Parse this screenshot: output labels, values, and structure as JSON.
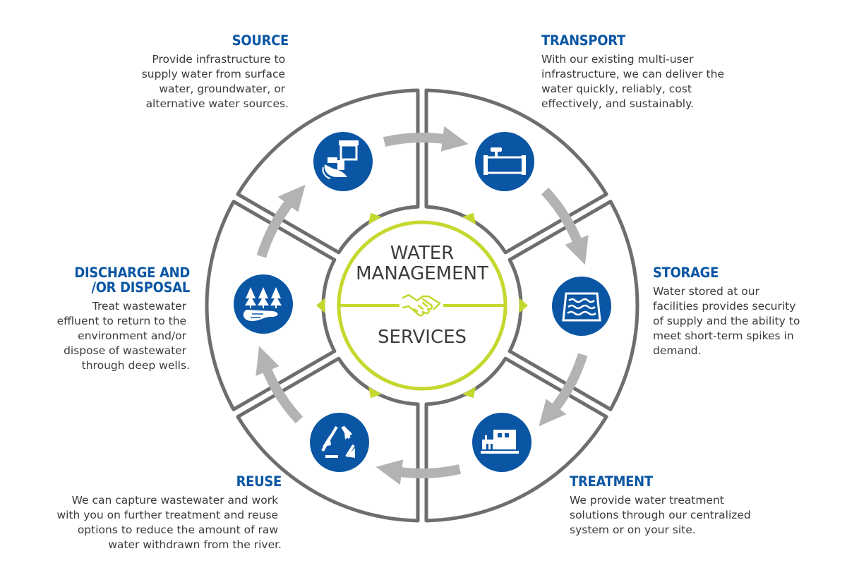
{
  "colors": {
    "accent_blue": "#0b56a4",
    "ring_stroke": "#6d6e70",
    "arrow_gray": "#b3b3b3",
    "lime": "#c4d82e",
    "text_dark": "#3a3a3a"
  },
  "center": {
    "line1": "WATER",
    "line2": "MANAGEMENT",
    "line3": "SERVICES",
    "icon": "handshake-icon"
  },
  "services": [
    {
      "id": "source",
      "title": "SOURCE",
      "icon": "water-intake-icon",
      "description": [
        "Provide infrastructure to",
        "supply water from surface",
        "water, groundwater, or",
        "alternative water sources."
      ]
    },
    {
      "id": "transport",
      "title": "TRANSPORT",
      "icon": "pipe-valve-icon",
      "description": [
        "With our existing multi-user",
        "infrastructure, we can deliver the",
        "water quickly, reliably, cost",
        "effectively, and sustainably."
      ]
    },
    {
      "id": "storage",
      "title": "STORAGE",
      "icon": "water-storage-icon",
      "description": [
        "Water stored at our",
        "facilities provides security",
        "of supply and the ability to",
        "meet short-term spikes in",
        "demand."
      ]
    },
    {
      "id": "treatment",
      "title": "TREATMENT",
      "icon": "treatment-plant-icon",
      "description": [
        "We provide water treatment",
        "solutions through our centralized",
        "system or on your site."
      ]
    },
    {
      "id": "reuse",
      "title": "REUSE",
      "icon": "recycle-icon",
      "description": [
        "We can capture wastewater and work",
        "with you on further treatment and reuse",
        "options to reduce the amount of raw",
        "water withdrawn from the river."
      ]
    },
    {
      "id": "discharge",
      "title_lines": [
        "DISCHARGE AND",
        "/OR DISPOSAL"
      ],
      "icon": "trees-lake-icon",
      "description": [
        "Treat wastewater",
        "effluent to return to the",
        "environment and/or",
        "dispose of wastewater",
        "through deep wells."
      ]
    }
  ]
}
